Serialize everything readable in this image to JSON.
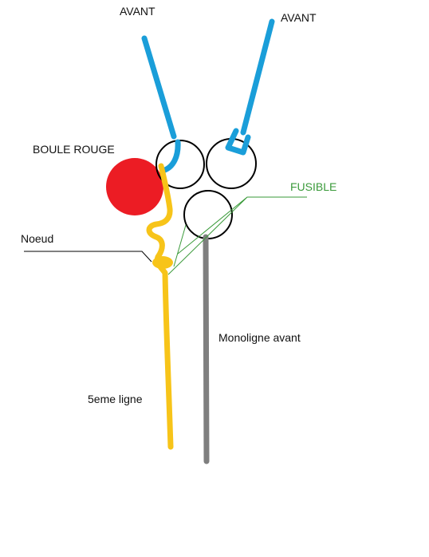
{
  "labels": {
    "avant_left": "AVANT",
    "avant_right": "AVANT",
    "boule_rouge": "BOULE ROUGE",
    "fusible": "FUSIBLE",
    "noeud": "Noeud",
    "monoligne": "Monoligne avant",
    "cinquieme": "5eme ligne"
  },
  "colors": {
    "background": "#ffffff",
    "line_blue": "#1a9ed9",
    "line_yellow": "#f7c419",
    "line_gray": "#7f7f7f",
    "ball_red": "#ec1c24",
    "ring": "#000000",
    "fusible_green": "#3a9a3a",
    "text": "#111111"
  }
}
